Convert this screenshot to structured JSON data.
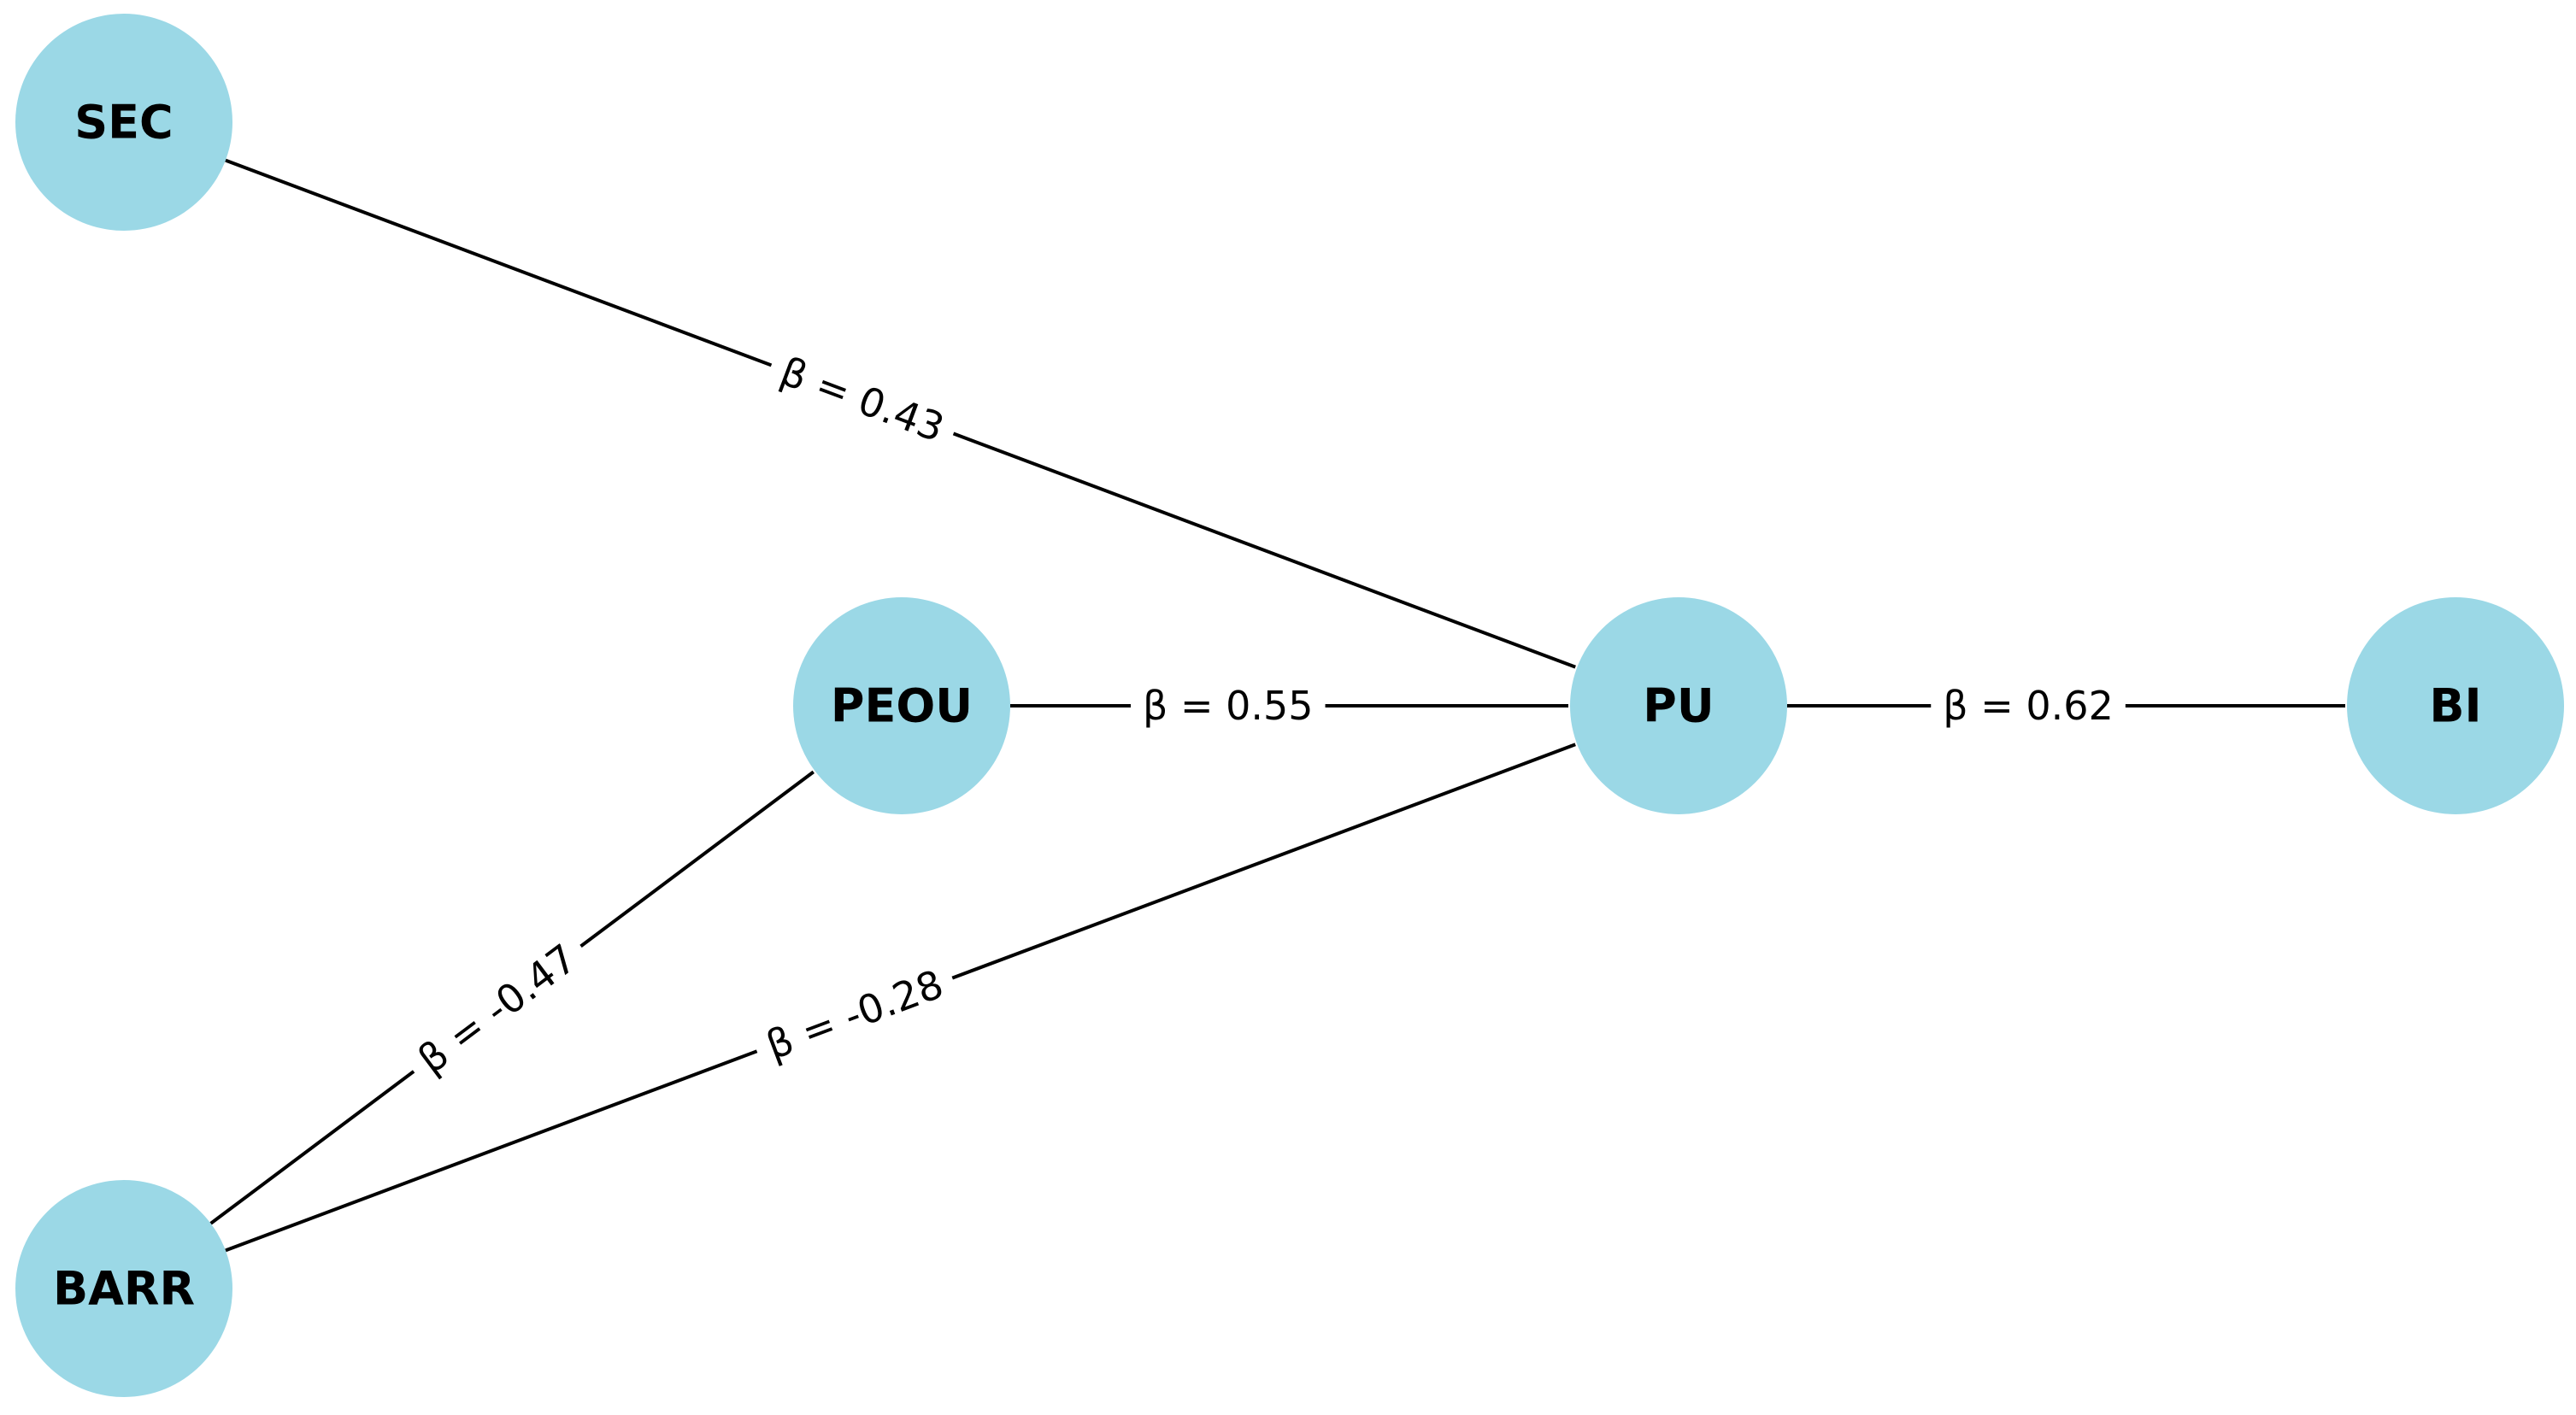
{
  "nodes": [
    {
      "id": "SEC",
      "label": "SEC"
    },
    {
      "id": "PEOU",
      "label": "PEOU"
    },
    {
      "id": "PU",
      "label": "PU"
    },
    {
      "id": "BI",
      "label": "BI"
    },
    {
      "id": "BARR",
      "label": "BARR"
    }
  ],
  "edges": [
    {
      "from": "SEC",
      "to": "PU",
      "label": "β = 0.43"
    },
    {
      "from": "PEOU",
      "to": "PU",
      "label": "β = 0.55"
    },
    {
      "from": "PU",
      "to": "BI",
      "label": "β = 0.62"
    },
    {
      "from": "BARR",
      "to": "PEOU",
      "label": "β = -0.47"
    },
    {
      "from": "BARR",
      "to": "PU",
      "label": "β = -0.28"
    }
  ],
  "colors": {
    "node_fill": "#9bd8e6",
    "edge": "#000000",
    "text": "#000000",
    "background": "#ffffff"
  }
}
